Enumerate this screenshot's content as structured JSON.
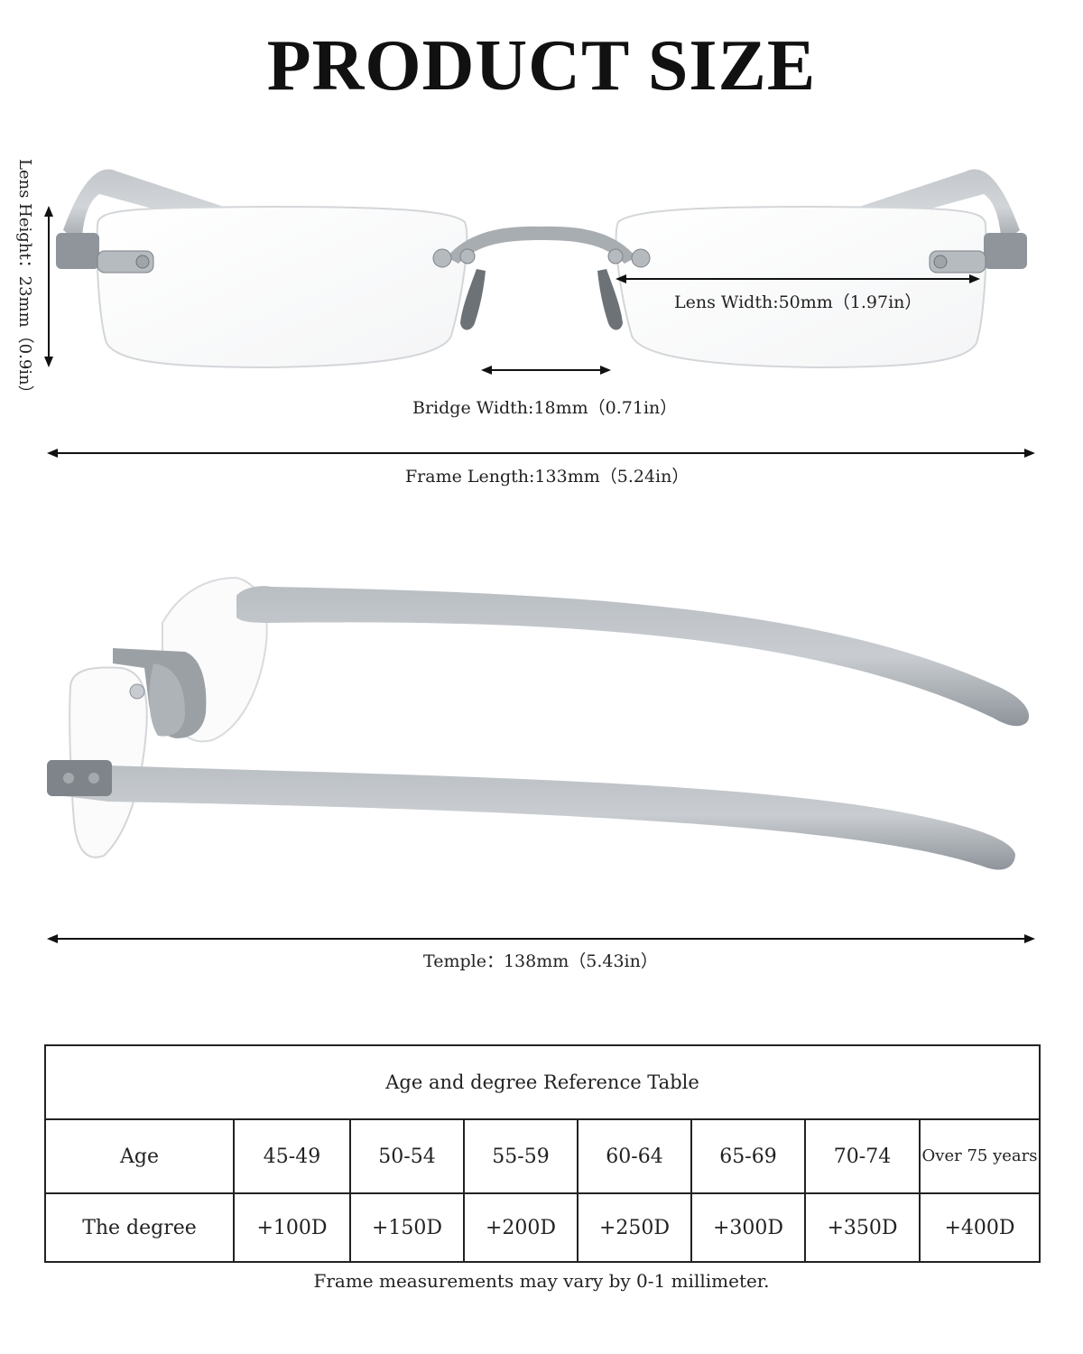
{
  "title": "PRODUCT SIZE",
  "dimensions": {
    "lens_height": "Lens Height：23mm（0.9in）",
    "lens_width": "Lens Width:50mm（1.97in）",
    "bridge_width": "Bridge Width:18mm（0.71in）",
    "frame_length": "Frame Length:133mm（5.24in）",
    "temple": "Temple：138mm（5.43in）"
  },
  "table": {
    "caption": "Age and degree Reference Table",
    "row_age_label": "Age",
    "ages": [
      "45-49",
      "50-54",
      "55-59",
      "60-64",
      "65-69",
      "70-74",
      "Over 75 years"
    ],
    "row_degree_label": "The degree",
    "degrees": [
      "+100D",
      "+150D",
      "+200D",
      "+250D",
      "+300D",
      "+350D",
      "+400D"
    ]
  },
  "note": "Frame measurements may vary by 0-1 millimeter.",
  "colors": {
    "frame": "#9aa0a6",
    "frame_dark": "#6f757b",
    "lens_edge": "#d9dcdf",
    "line": "#111111"
  }
}
